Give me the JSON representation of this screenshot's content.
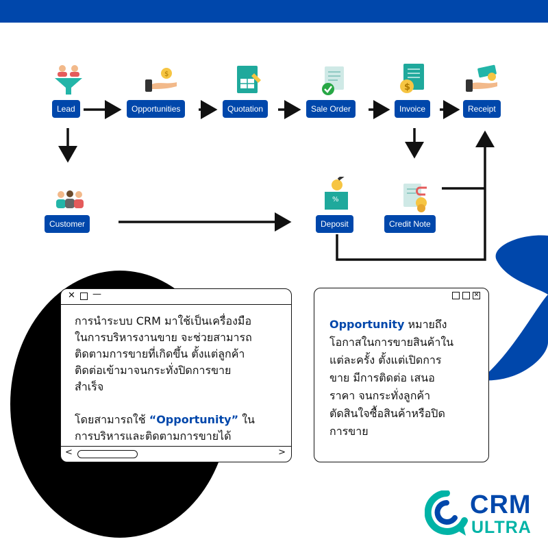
{
  "colors": {
    "brand_blue": "#0047ab",
    "accent_teal": "#00b3a6",
    "black": "#000000",
    "white": "#ffffff"
  },
  "flow": {
    "lead": "Lead",
    "opportunities": "Opportunities",
    "quotation": "Quotation",
    "sale_order": "Sale Order",
    "invoice": "Invoice",
    "receipt": "Receipt",
    "customer": "Customer",
    "deposit": "Deposit",
    "credit_note": "Credit Note",
    "deposit_icon_symbol": "%"
  },
  "left_window": {
    "lines": [
      "การนำระบบ CRM มาใช้เป็นเครื่องมือ",
      "ในการบริหารงานขาย จะช่วยสามารถ",
      "ติดตามการขายที่เกิดขึ้น ตั้งแต่ลูกค้า",
      "ติดต่อเข้ามาจนกระทั่งปิดการขาย",
      "สำเร็จ"
    ],
    "line6_prefix": "โดยสามารถใช้ ",
    "line6_highlight": "“Opportunity”",
    "line6_suffix": " ใน",
    "line7": "การบริหารและติดตามการขายได้"
  },
  "right_window": {
    "highlight": "Opportunity",
    "first_line_rest": " หมายถึง",
    "lines": [
      "โอกาสในการขายสินค้าใน",
      "แต่ละครั้ง ตั้งแต่เปิดการ",
      "ขาย มีการติดต่อ เสนอ",
      "ราคา จนกระทั่งลูกค้า",
      "ตัดสินใจซื้อสินค้าหรือปิด",
      "การขาย"
    ]
  },
  "logo": {
    "line1": "CRM",
    "line2": "ULTRA"
  }
}
